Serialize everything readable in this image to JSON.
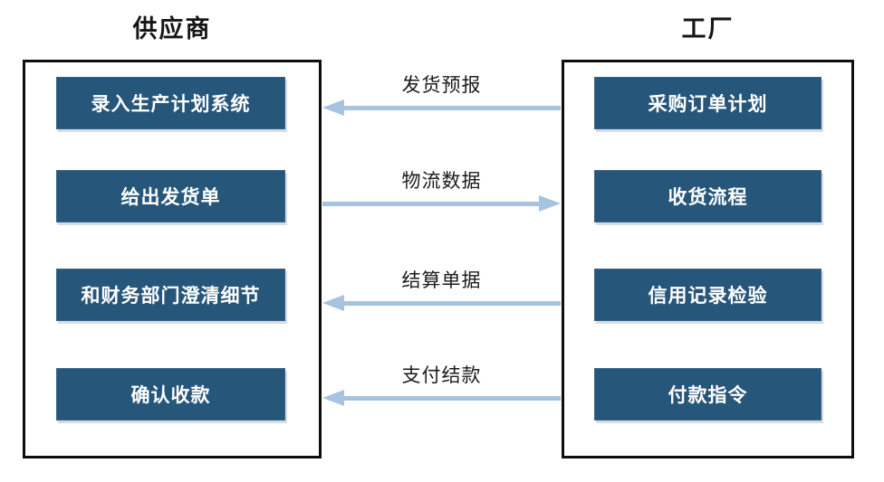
{
  "diagram": {
    "left_panel": {
      "title": "供应商",
      "boxes": [
        "录入生产计划系统",
        "给出发货单",
        "和财务部门澄清细节",
        "确认收款"
      ]
    },
    "right_panel": {
      "title": "工厂",
      "boxes": [
        "采购订单计划",
        "收货流程",
        "信用记录检验",
        "付款指令"
      ]
    },
    "flows": [
      {
        "label": "发货预报",
        "direction": "left",
        "from": "工厂",
        "to": "供应商"
      },
      {
        "label": "物流数据",
        "direction": "right",
        "from": "供应商",
        "to": "工厂"
      },
      {
        "label": "结算单据",
        "direction": "left",
        "from": "工厂",
        "to": "供应商"
      },
      {
        "label": "支付结款",
        "direction": "left",
        "from": "工厂",
        "to": "供应商"
      }
    ],
    "colors": {
      "box_fill": "#27567B",
      "box_text": "#FFFFFF",
      "arrow": "#A6C3E0",
      "panel_border": "#0E0E0E",
      "label_text": "#1C1C1C"
    }
  }
}
